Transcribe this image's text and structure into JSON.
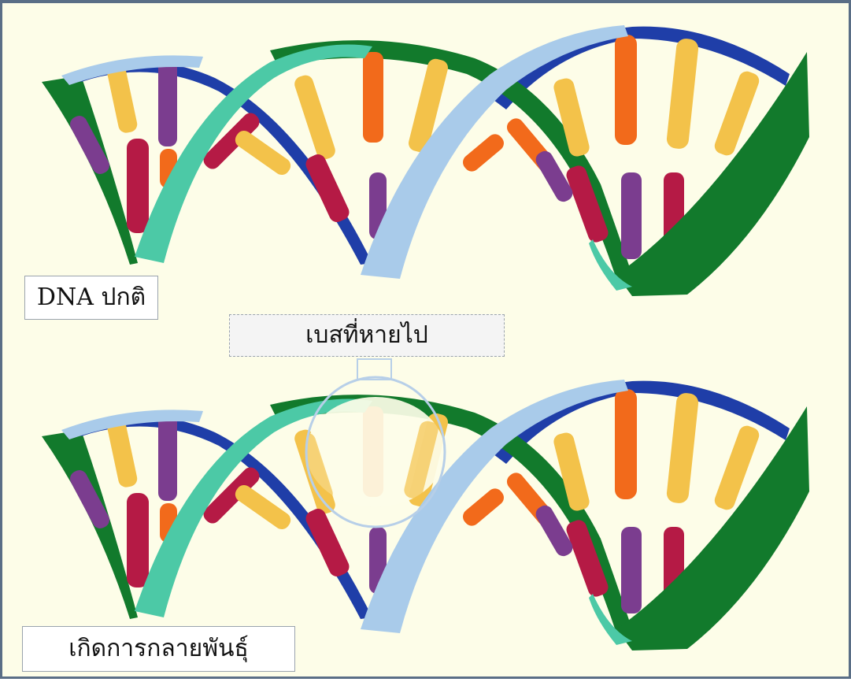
{
  "labels": {
    "normal_dna": "DNA ปกติ",
    "missing_base": "เบสที่หายไป",
    "mutation": "เกิดการกลายพันธุ์"
  },
  "colors": {
    "background": "#fdfde8",
    "strand_dark_green": "#127a2c",
    "strand_teal": "#4cc9a6",
    "strand_navy": "#1f3ea8",
    "strand_light_blue": "#a9cbea",
    "base_yellow": "#f3c24a",
    "base_orange": "#f26a1b",
    "base_purple": "#7b3d8f",
    "base_crimson": "#b51a45",
    "highlight_ring": "#b7cfe8"
  }
}
